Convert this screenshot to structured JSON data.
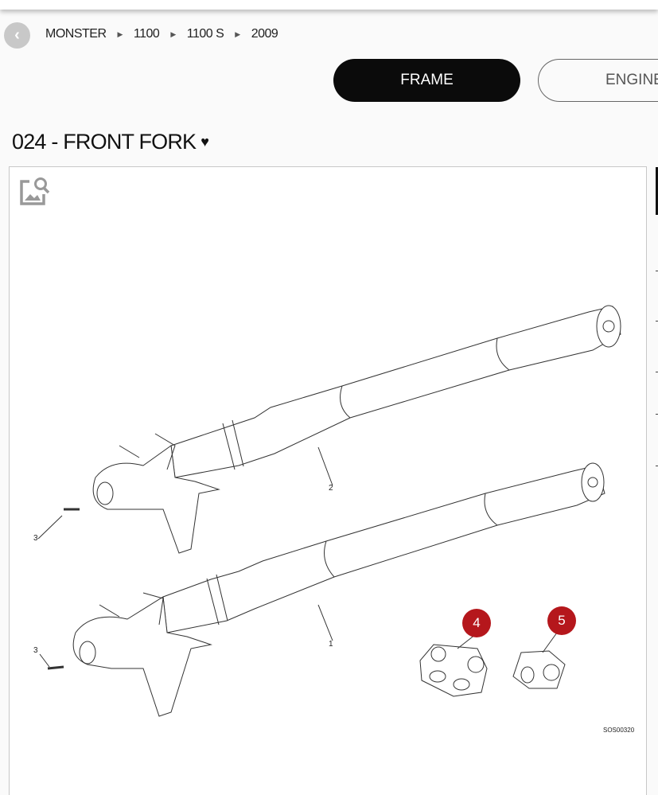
{
  "breadcrumb": [
    "MONSTER",
    "1100",
    "1100 S",
    "2009"
  ],
  "tabs": {
    "frame": "FRAME",
    "engine": "ENGINE"
  },
  "section": {
    "title": "024 - FRONT FORK",
    "caret": "♥"
  },
  "diagram": {
    "labels": {
      "part1": "1",
      "part2": "2",
      "part3a": "3",
      "part3b": "3"
    },
    "callouts": [
      "4",
      "5"
    ],
    "code": "SOS00320",
    "callout_color": "#b5171c"
  }
}
